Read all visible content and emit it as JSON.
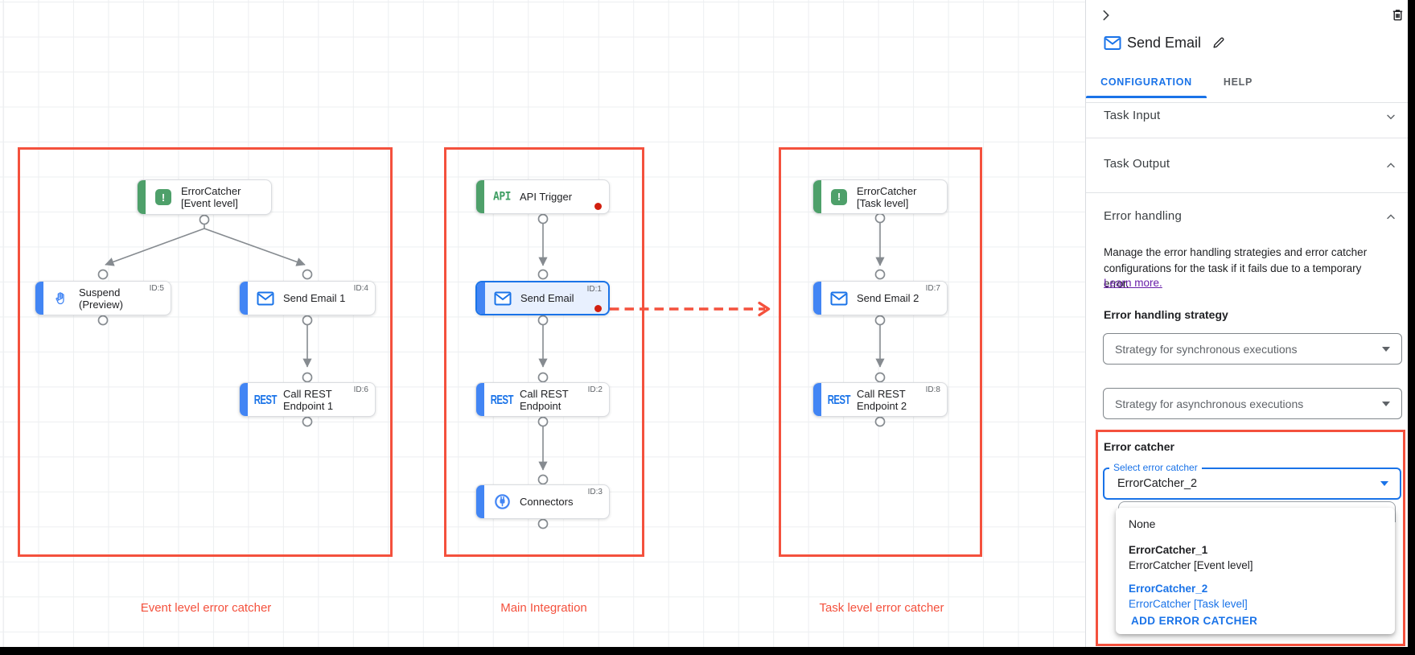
{
  "canvas": {
    "groups": [
      {
        "label": "Event level error catcher"
      },
      {
        "label": "Main Integration"
      },
      {
        "label": "Task level error catcher"
      }
    ],
    "nodes": [
      {
        "line1": "ErrorCatcher",
        "line2": "[Event level]",
        "icon": "error-catcher-icon"
      },
      {
        "line1": "Suspend",
        "line2": "(Preview)",
        "id": "ID:5",
        "icon": "hand-icon"
      },
      {
        "line1": "Send Email 1",
        "id": "ID:4",
        "icon": "mail-icon"
      },
      {
        "line1": "Call REST",
        "line2": "Endpoint 1",
        "id": "ID:6",
        "icon": "rest-icon",
        "icon_text": "REST"
      },
      {
        "line1": "API Trigger",
        "icon": "api-icon",
        "icon_text": "API"
      },
      {
        "line1": "Send Email",
        "id": "ID:1",
        "icon": "mail-icon"
      },
      {
        "line1": "Call REST",
        "line2": "Endpoint",
        "id": "ID:2",
        "icon": "rest-icon",
        "icon_text": "REST"
      },
      {
        "line1": "Connectors",
        "id": "ID:3",
        "icon": "connector-icon"
      },
      {
        "line1": "ErrorCatcher",
        "line2": "[Task level]",
        "icon": "error-catcher-icon"
      },
      {
        "line1": "Send Email 2",
        "id": "ID:7",
        "icon": "mail-icon"
      },
      {
        "line1": "Call REST",
        "line2": "Endpoint 2",
        "id": "ID:8",
        "icon": "rest-icon",
        "icon_text": "REST"
      }
    ],
    "icon_glyphs": {
      "error_catcher": "!"
    }
  },
  "panel": {
    "title": "Send Email",
    "tabs": {
      "configuration": "CONFIGURATION",
      "help": "HELP"
    },
    "sections": {
      "task_input": "Task Input",
      "task_output": "Task Output",
      "error_handling": "Error handling"
    },
    "error_handling": {
      "description_line1": "Manage the error handling strategies and error catcher",
      "description_line2": "configurations for the task if it fails due to a temporary error.",
      "learn_more": "Learn more.",
      "strategy_label": "Error handling strategy",
      "sync_placeholder": "Strategy for synchronous executions",
      "async_placeholder": "Strategy for asynchronous executions"
    },
    "error_catcher": {
      "label": "Error catcher",
      "select_label": "Select error catcher",
      "selected_value": "ErrorCatcher_2",
      "menu": {
        "none": "None",
        "option1_name": "ErrorCatcher_1",
        "option1_description": "ErrorCatcher [Event level]",
        "option2_name": "ErrorCatcher_2",
        "option2_description": "ErrorCatcher [Task level]",
        "add_button": "ADD ERROR CATCHER"
      }
    }
  },
  "colors": {
    "accent_blue": "#1a73e8",
    "node_blue": "#4285f4",
    "node_green": "#4ea06a",
    "annotation_red": "#f4513d",
    "alert_red": "#d21f0f",
    "link_purple": "#681da8"
  }
}
